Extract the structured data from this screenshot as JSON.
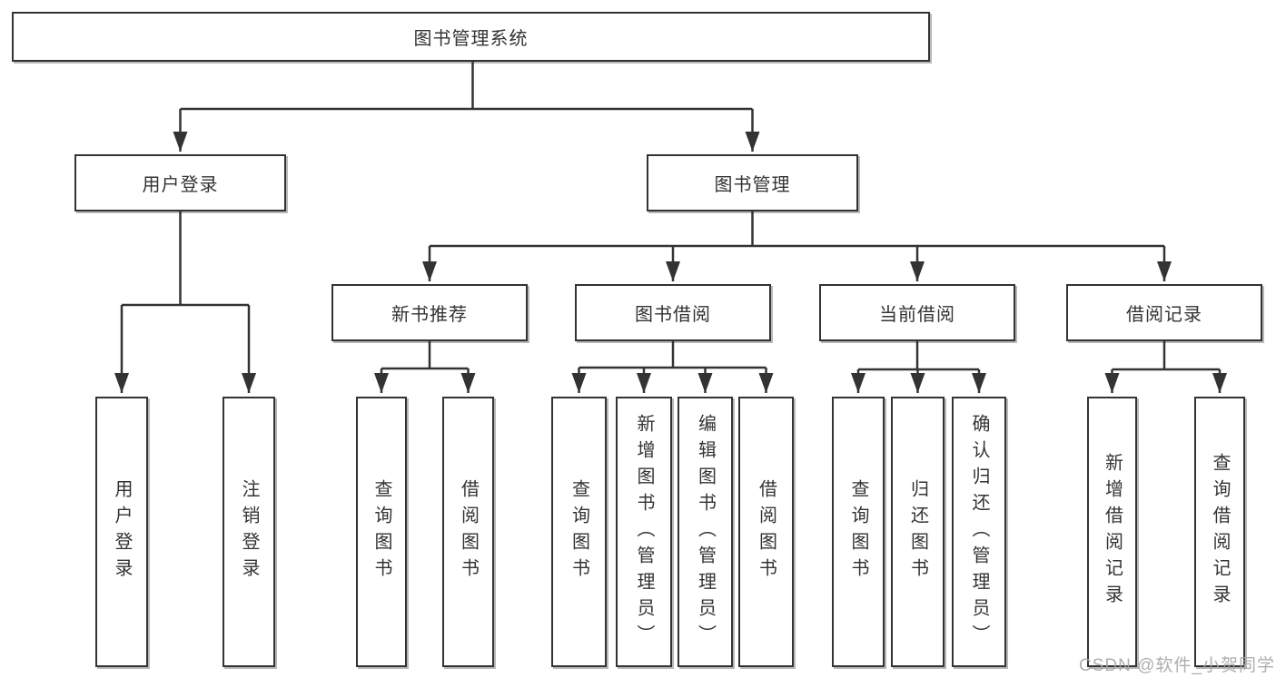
{
  "colors": {
    "stroke": "#333333",
    "node_border": "#333333",
    "text": "#333333",
    "watermark": "#a5a5a5",
    "background": "#ffffff"
  },
  "tree": {
    "root": "图书管理系统",
    "branches": [
      {
        "label": "用户登录",
        "children": [
          "用户登录",
          "注销登录"
        ]
      },
      {
        "label": "图书管理",
        "groups": [
          {
            "label": "新书推荐",
            "children": [
              "查询图书",
              "借阅图书"
            ]
          },
          {
            "label": "图书借阅",
            "children": [
              "查询图书",
              "新增图书（管理员）",
              "编辑图书（管理员）",
              "借阅图书"
            ]
          },
          {
            "label": "当前借阅",
            "children": [
              "查询图书",
              "归还图书",
              "确认归还（管理员）"
            ]
          },
          {
            "label": "借阅记录",
            "children": [
              "新增借阅记录",
              "查询借阅记录"
            ]
          }
        ]
      }
    ]
  },
  "watermark": "CSDN @软件_小贺同学"
}
